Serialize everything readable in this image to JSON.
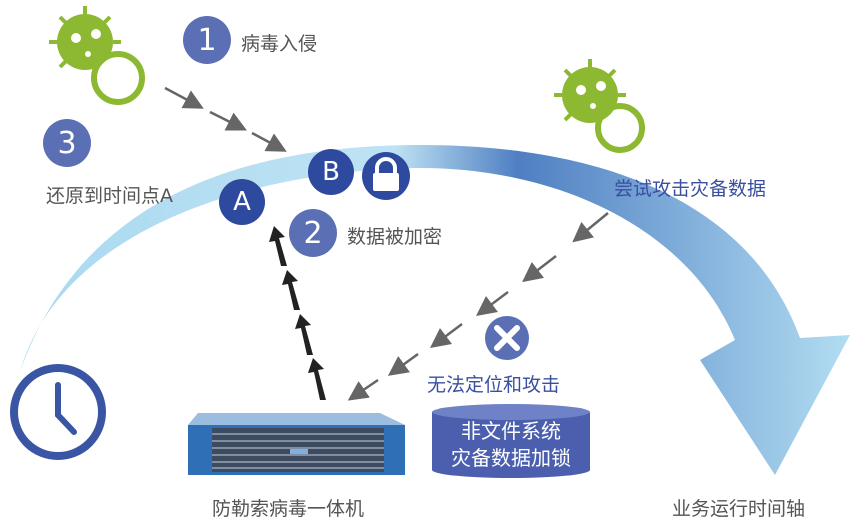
{
  "steps": [
    {
      "number": "1",
      "label": "病毒入侵"
    },
    {
      "number": "2",
      "label": "数据被加密"
    },
    {
      "number": "3",
      "label": "还原到时间点A"
    }
  ],
  "points": {
    "a": "A",
    "b": "B"
  },
  "labels": {
    "attack_backup": "尝试攻击灾备数据",
    "cannot_locate": "无法定位和攻击",
    "device": "防勒索病毒一体机",
    "timeline": "业务运行时间轴",
    "lock_line1": "非文件系统",
    "lock_line2": "灾备数据加锁"
  },
  "colors": {
    "step": "#5b6fb5",
    "point": "#2e4a9e",
    "virus": "#8cb832",
    "arc_light": "#a9d9f0",
    "arc_dark": "#4f7fc2"
  }
}
